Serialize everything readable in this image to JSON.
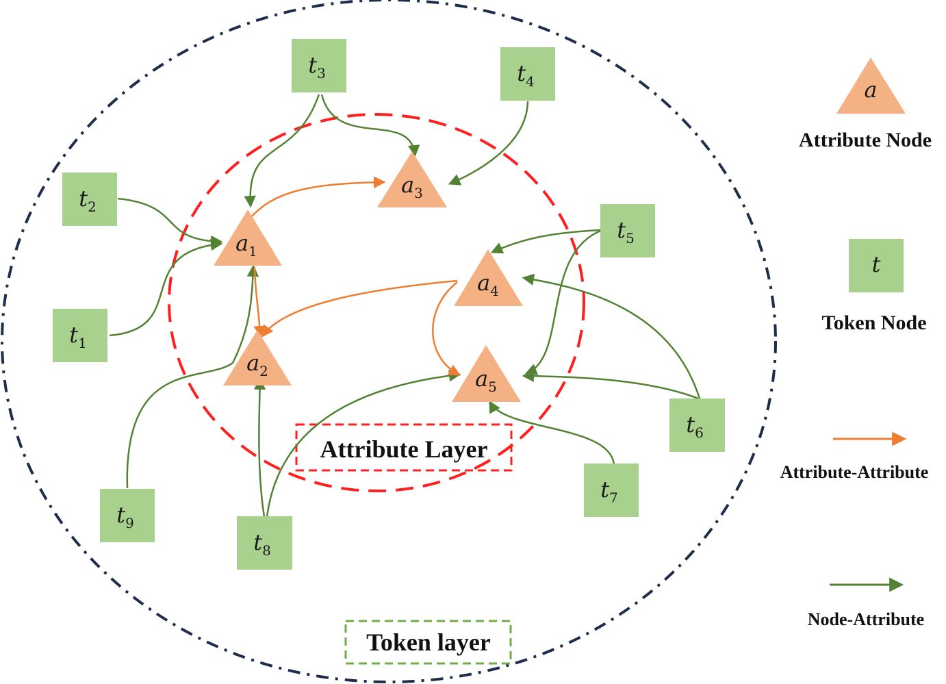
{
  "colors": {
    "attribute_node": "#f4b183",
    "token_node": "#a9d18e",
    "attr_attr_edge": "#ed7d31",
    "node_attr_edge": "#548235",
    "outer_boundary": "#1f2d4d",
    "attribute_layer_boundary": "#ff1f1f",
    "token_layer_box": "#70ad47"
  },
  "attribute_nodes": [
    {
      "id": "a1",
      "base": "a",
      "sub": "1"
    },
    {
      "id": "a2",
      "base": "a",
      "sub": "2"
    },
    {
      "id": "a3",
      "base": "a",
      "sub": "3"
    },
    {
      "id": "a4",
      "base": "a",
      "sub": "4"
    },
    {
      "id": "a5",
      "base": "a",
      "sub": "5"
    }
  ],
  "token_nodes": [
    {
      "id": "t1",
      "base": "t",
      "sub": "1"
    },
    {
      "id": "t2",
      "base": "t",
      "sub": "2"
    },
    {
      "id": "t3",
      "base": "t",
      "sub": "3"
    },
    {
      "id": "t4",
      "base": "t",
      "sub": "4"
    },
    {
      "id": "t5",
      "base": "t",
      "sub": "5"
    },
    {
      "id": "t6",
      "base": "t",
      "sub": "6"
    },
    {
      "id": "t7",
      "base": "t",
      "sub": "7"
    },
    {
      "id": "t8",
      "base": "t",
      "sub": "8"
    },
    {
      "id": "t9",
      "base": "t",
      "sub": "9"
    }
  ],
  "edges_attr_attr": [
    {
      "from": "a1",
      "to": "a3"
    },
    {
      "from": "a1",
      "to": "a2"
    },
    {
      "from": "a4",
      "to": "a2"
    },
    {
      "from": "a4",
      "to": "a5"
    }
  ],
  "edges_node_attr": [
    {
      "from": "t3",
      "to": "a1"
    },
    {
      "from": "t3",
      "to": "a3"
    },
    {
      "from": "t4",
      "to": "a3"
    },
    {
      "from": "t2",
      "to": "a1"
    },
    {
      "from": "t1",
      "to": "a1"
    },
    {
      "from": "t9",
      "to": "a1"
    },
    {
      "from": "t8",
      "to": "a2"
    },
    {
      "from": "t8",
      "to": "a5"
    },
    {
      "from": "t5",
      "to": "a4"
    },
    {
      "from": "t5",
      "to": "a5"
    },
    {
      "from": "t6",
      "to": "a4"
    },
    {
      "from": "t6",
      "to": "a5"
    },
    {
      "from": "t7",
      "to": "a5"
    }
  ],
  "layers": {
    "attribute_layer_label": "Attribute Layer",
    "token_layer_label": "Token layer"
  },
  "legend": {
    "attribute_symbol": "a",
    "attribute_label": "Attribute Node",
    "token_symbol": "t",
    "token_label": "Token Node",
    "attr_attr_label": "Attribute-Attribute",
    "node_attr_label": "Node-Attribute"
  }
}
